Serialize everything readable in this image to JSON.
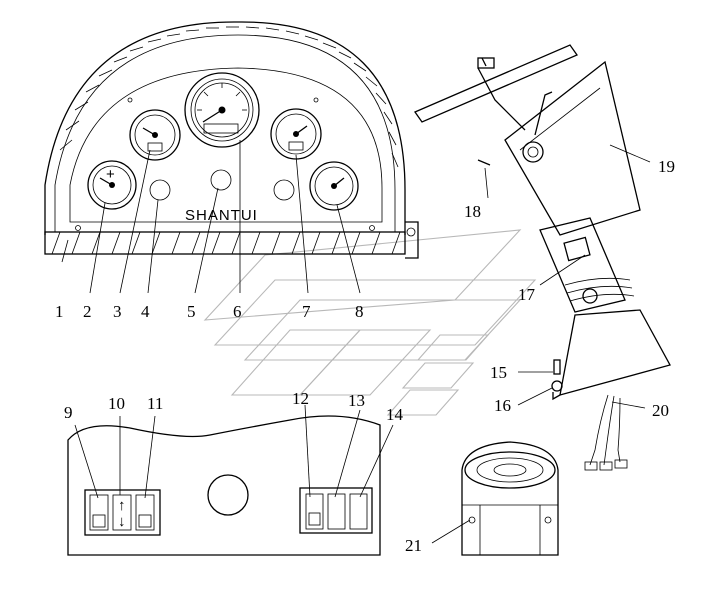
{
  "brand_text": "SHANTUI",
  "callouts": [
    "1",
    "2",
    "3",
    "4",
    "5",
    "6",
    "7",
    "8",
    "9",
    "10",
    "11",
    "12",
    "13",
    "14",
    "15",
    "16",
    "17",
    "18",
    "19",
    "20",
    "21"
  ],
  "switch_symbols": {
    "arrow_up": "↑",
    "arrow_down": "↓"
  }
}
